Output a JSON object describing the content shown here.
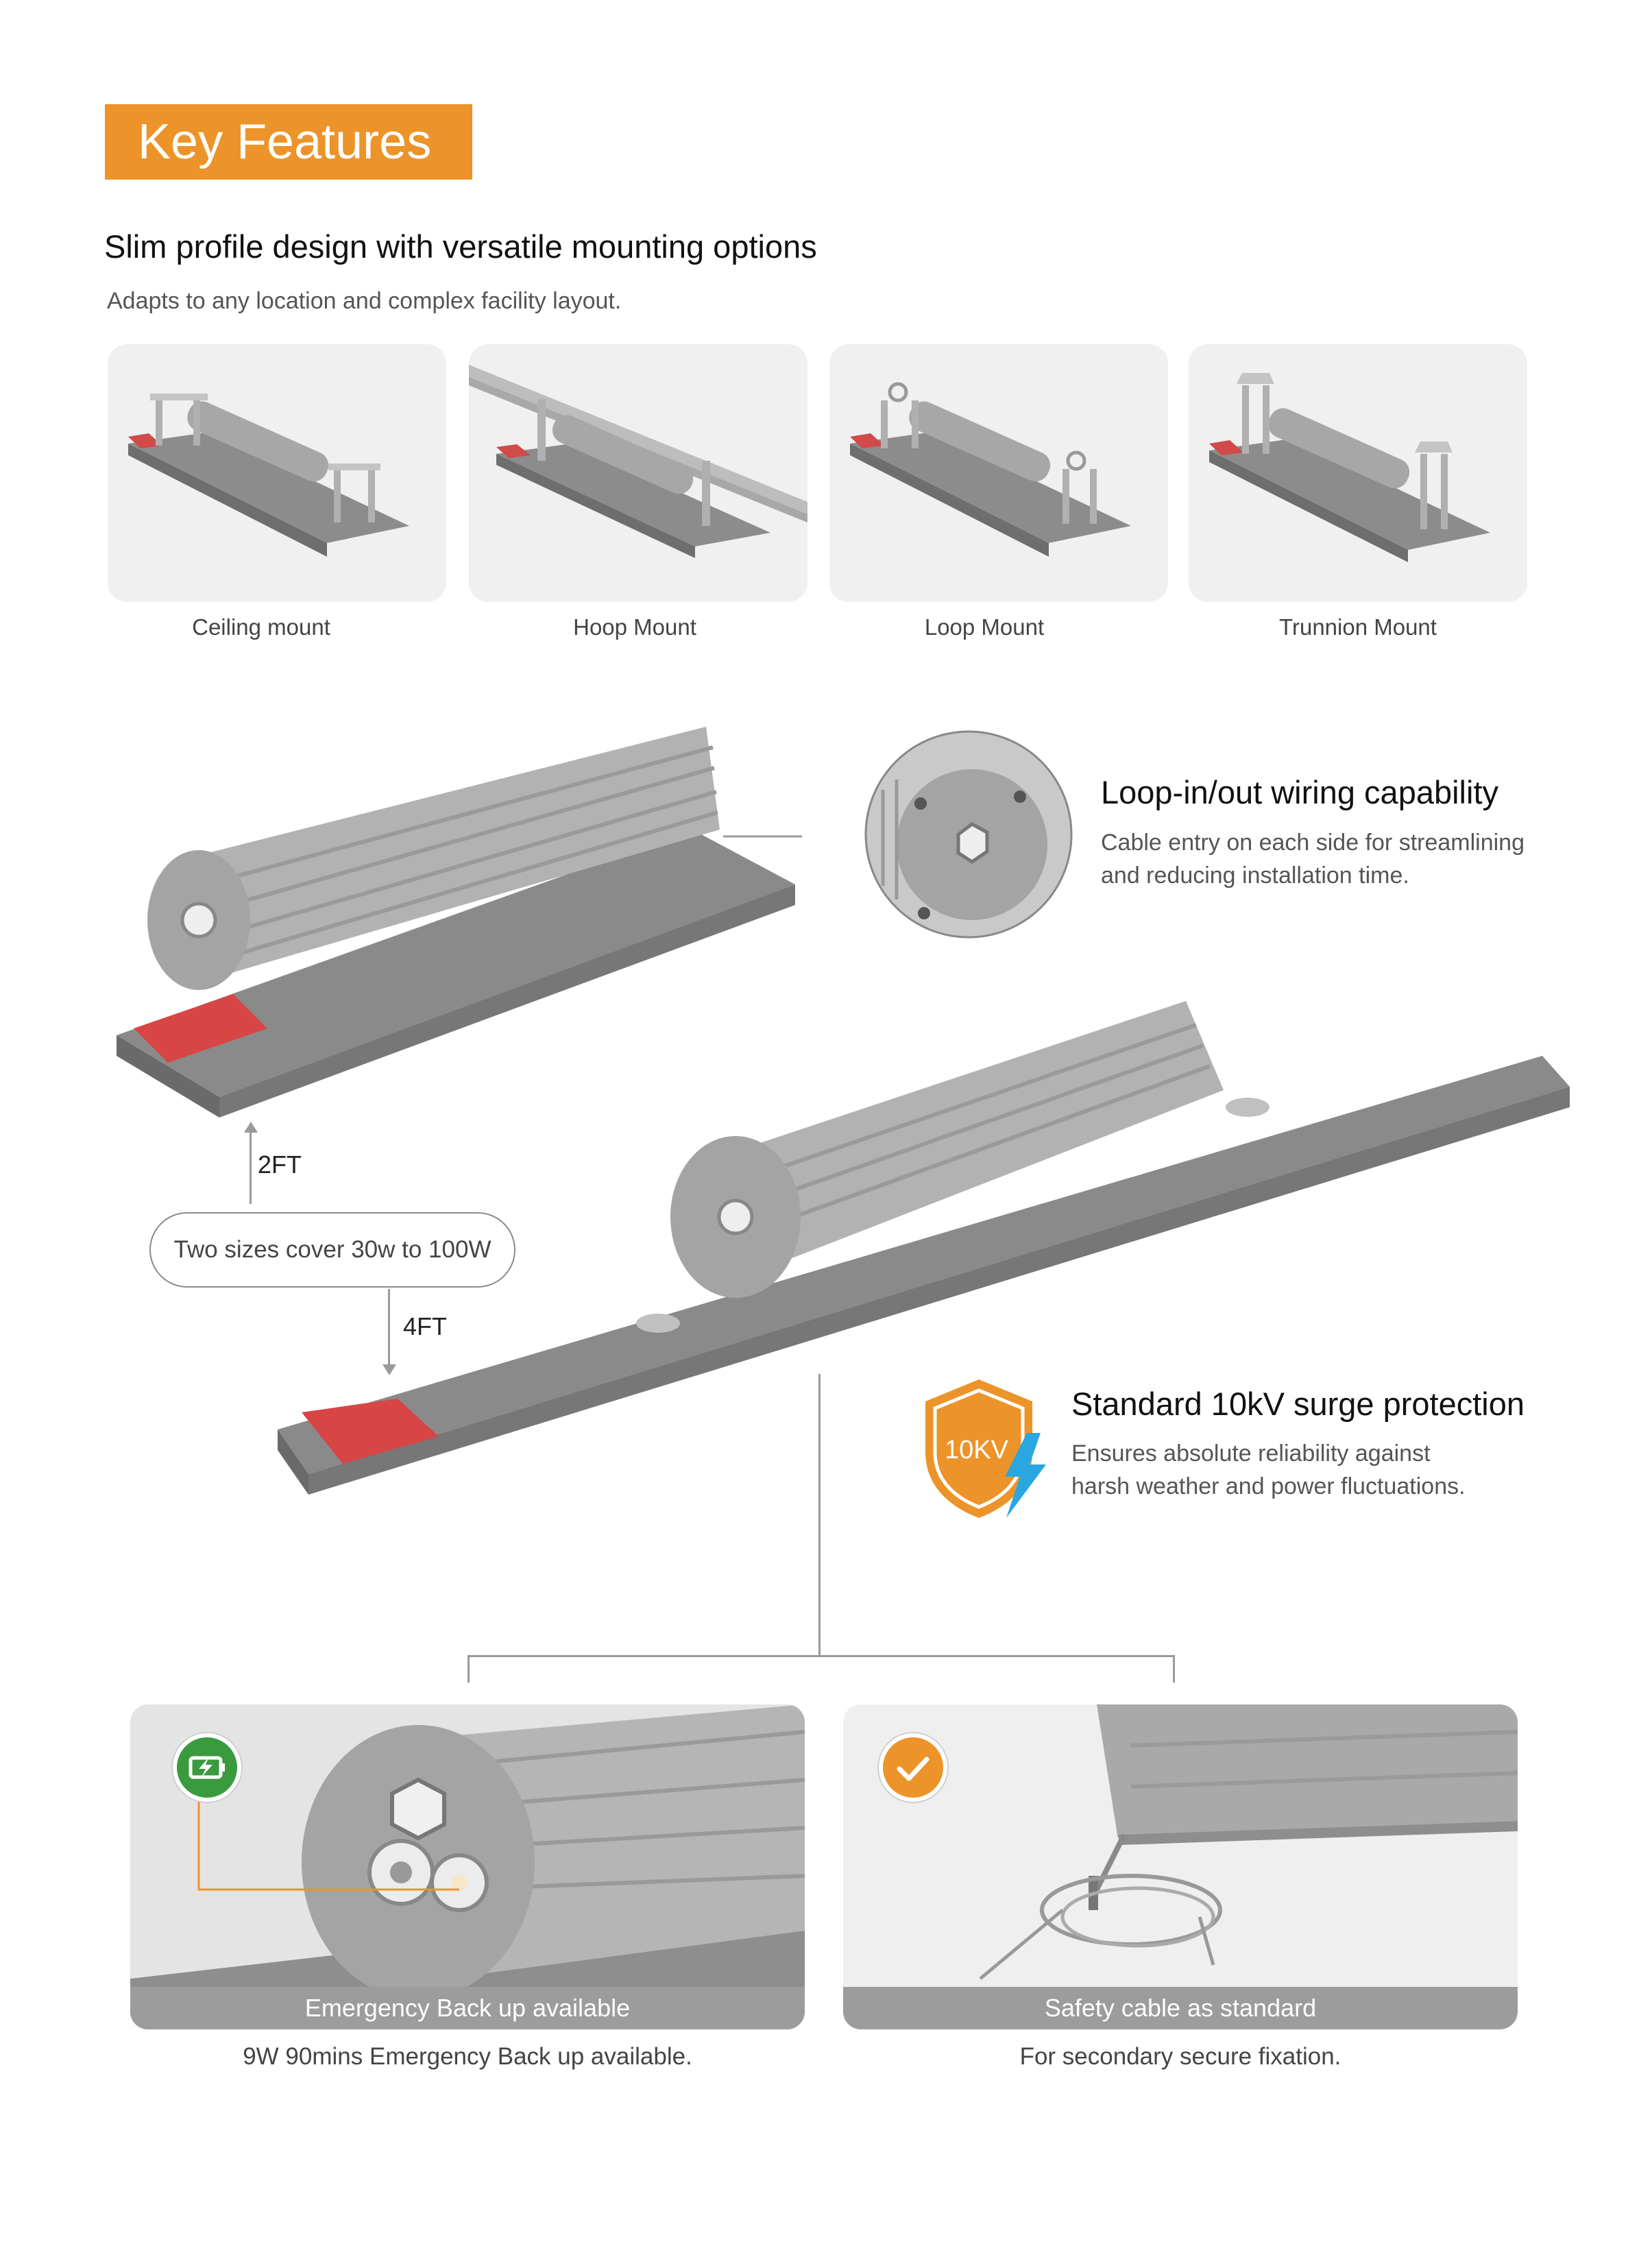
{
  "header": {
    "title": "Key Features"
  },
  "mounting": {
    "headline": "Slim profile design with versatile mounting options",
    "subline": "Adapts to any location and complex facility layout.",
    "options": [
      {
        "label": "Ceiling mount"
      },
      {
        "label": "Hoop Mount"
      },
      {
        "label": "Loop Mount"
      },
      {
        "label": "Trunnion Mount"
      }
    ]
  },
  "wiring": {
    "title": "Loop-in/out wiring capability",
    "desc_line1": "Cable entry on each side for streamlining",
    "desc_line2": "and reducing installation time."
  },
  "sizes": {
    "pill": "Two sizes cover 30w to 100W",
    "small": "2FT",
    "large": "4FT"
  },
  "surge": {
    "badge": "10KV",
    "title": "Standard 10kV surge protection",
    "desc_line1": "Ensures absolute reliability against",
    "desc_line2": "harsh weather and power fluctuations."
  },
  "emergency": {
    "band": "Emergency Back up available",
    "desc": "9W 90mins Emergency Back up available."
  },
  "safety": {
    "band": "Safety cable as standard",
    "desc": "For secondary secure fixation."
  },
  "colors": {
    "accent": "#ec9429",
    "green": "#3a9a3e",
    "bolt": "#2aa7e0",
    "band": "#9c9c9c"
  }
}
